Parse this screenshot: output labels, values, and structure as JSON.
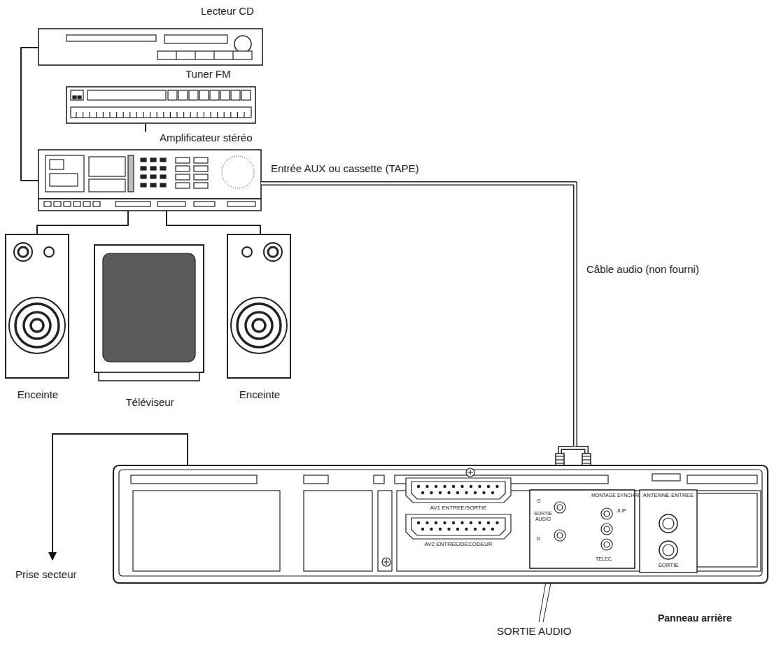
{
  "diagram": {
    "nodes": [
      {
        "text": [
          "Lecteur CD"
        ]
      },
      {
        "text": [
          "Tuner FM"
        ]
      },
      {
        "text": [
          "Amplificateur stéréo"
        ]
      },
      {
        "text": [
          "Enceinte"
        ]
      },
      {
        "text": [
          "Téléviseur"
        ]
      },
      {
        "text": [
          "Enceinte"
        ]
      },
      {
        "text": [
          "Panneau arrière"
        ]
      },
      {
        "text": [
          "AV1 ENTREE/SORTIE"
        ],
        "in": 6
      },
      {
        "text": [
          "AV2 ENTREE/DECODEUR"
        ],
        "in": 6
      },
      {
        "text": [
          "MONTAGE SYNCHRO",
          "JLIP",
          "G",
          "SORTIE AUDIO",
          "D",
          "TELEC."
        ],
        "in": 6
      },
      {
        "text": [
          "ANTENNE ENTREE",
          "SORTIE"
        ],
        "in": 6
      }
    ],
    "edges": [
      {
        "from": 0,
        "to": 2,
        "arrow": "none"
      },
      {
        "from": 1,
        "to": 2,
        "arrow": "none"
      },
      {
        "from": 2,
        "to": 3,
        "arrow": "none"
      },
      {
        "from": 2,
        "to": 5,
        "arrow": "none"
      },
      {
        "from": 2,
        "to": 9,
        "label": "Câble audio (non fourni)",
        "arrow": "to"
      }
    ],
    "labels": [
      "Entrée AUX ou cassette (TAPE)",
      "Prise secteur",
      "SORTIE AUDIO"
    ]
  }
}
